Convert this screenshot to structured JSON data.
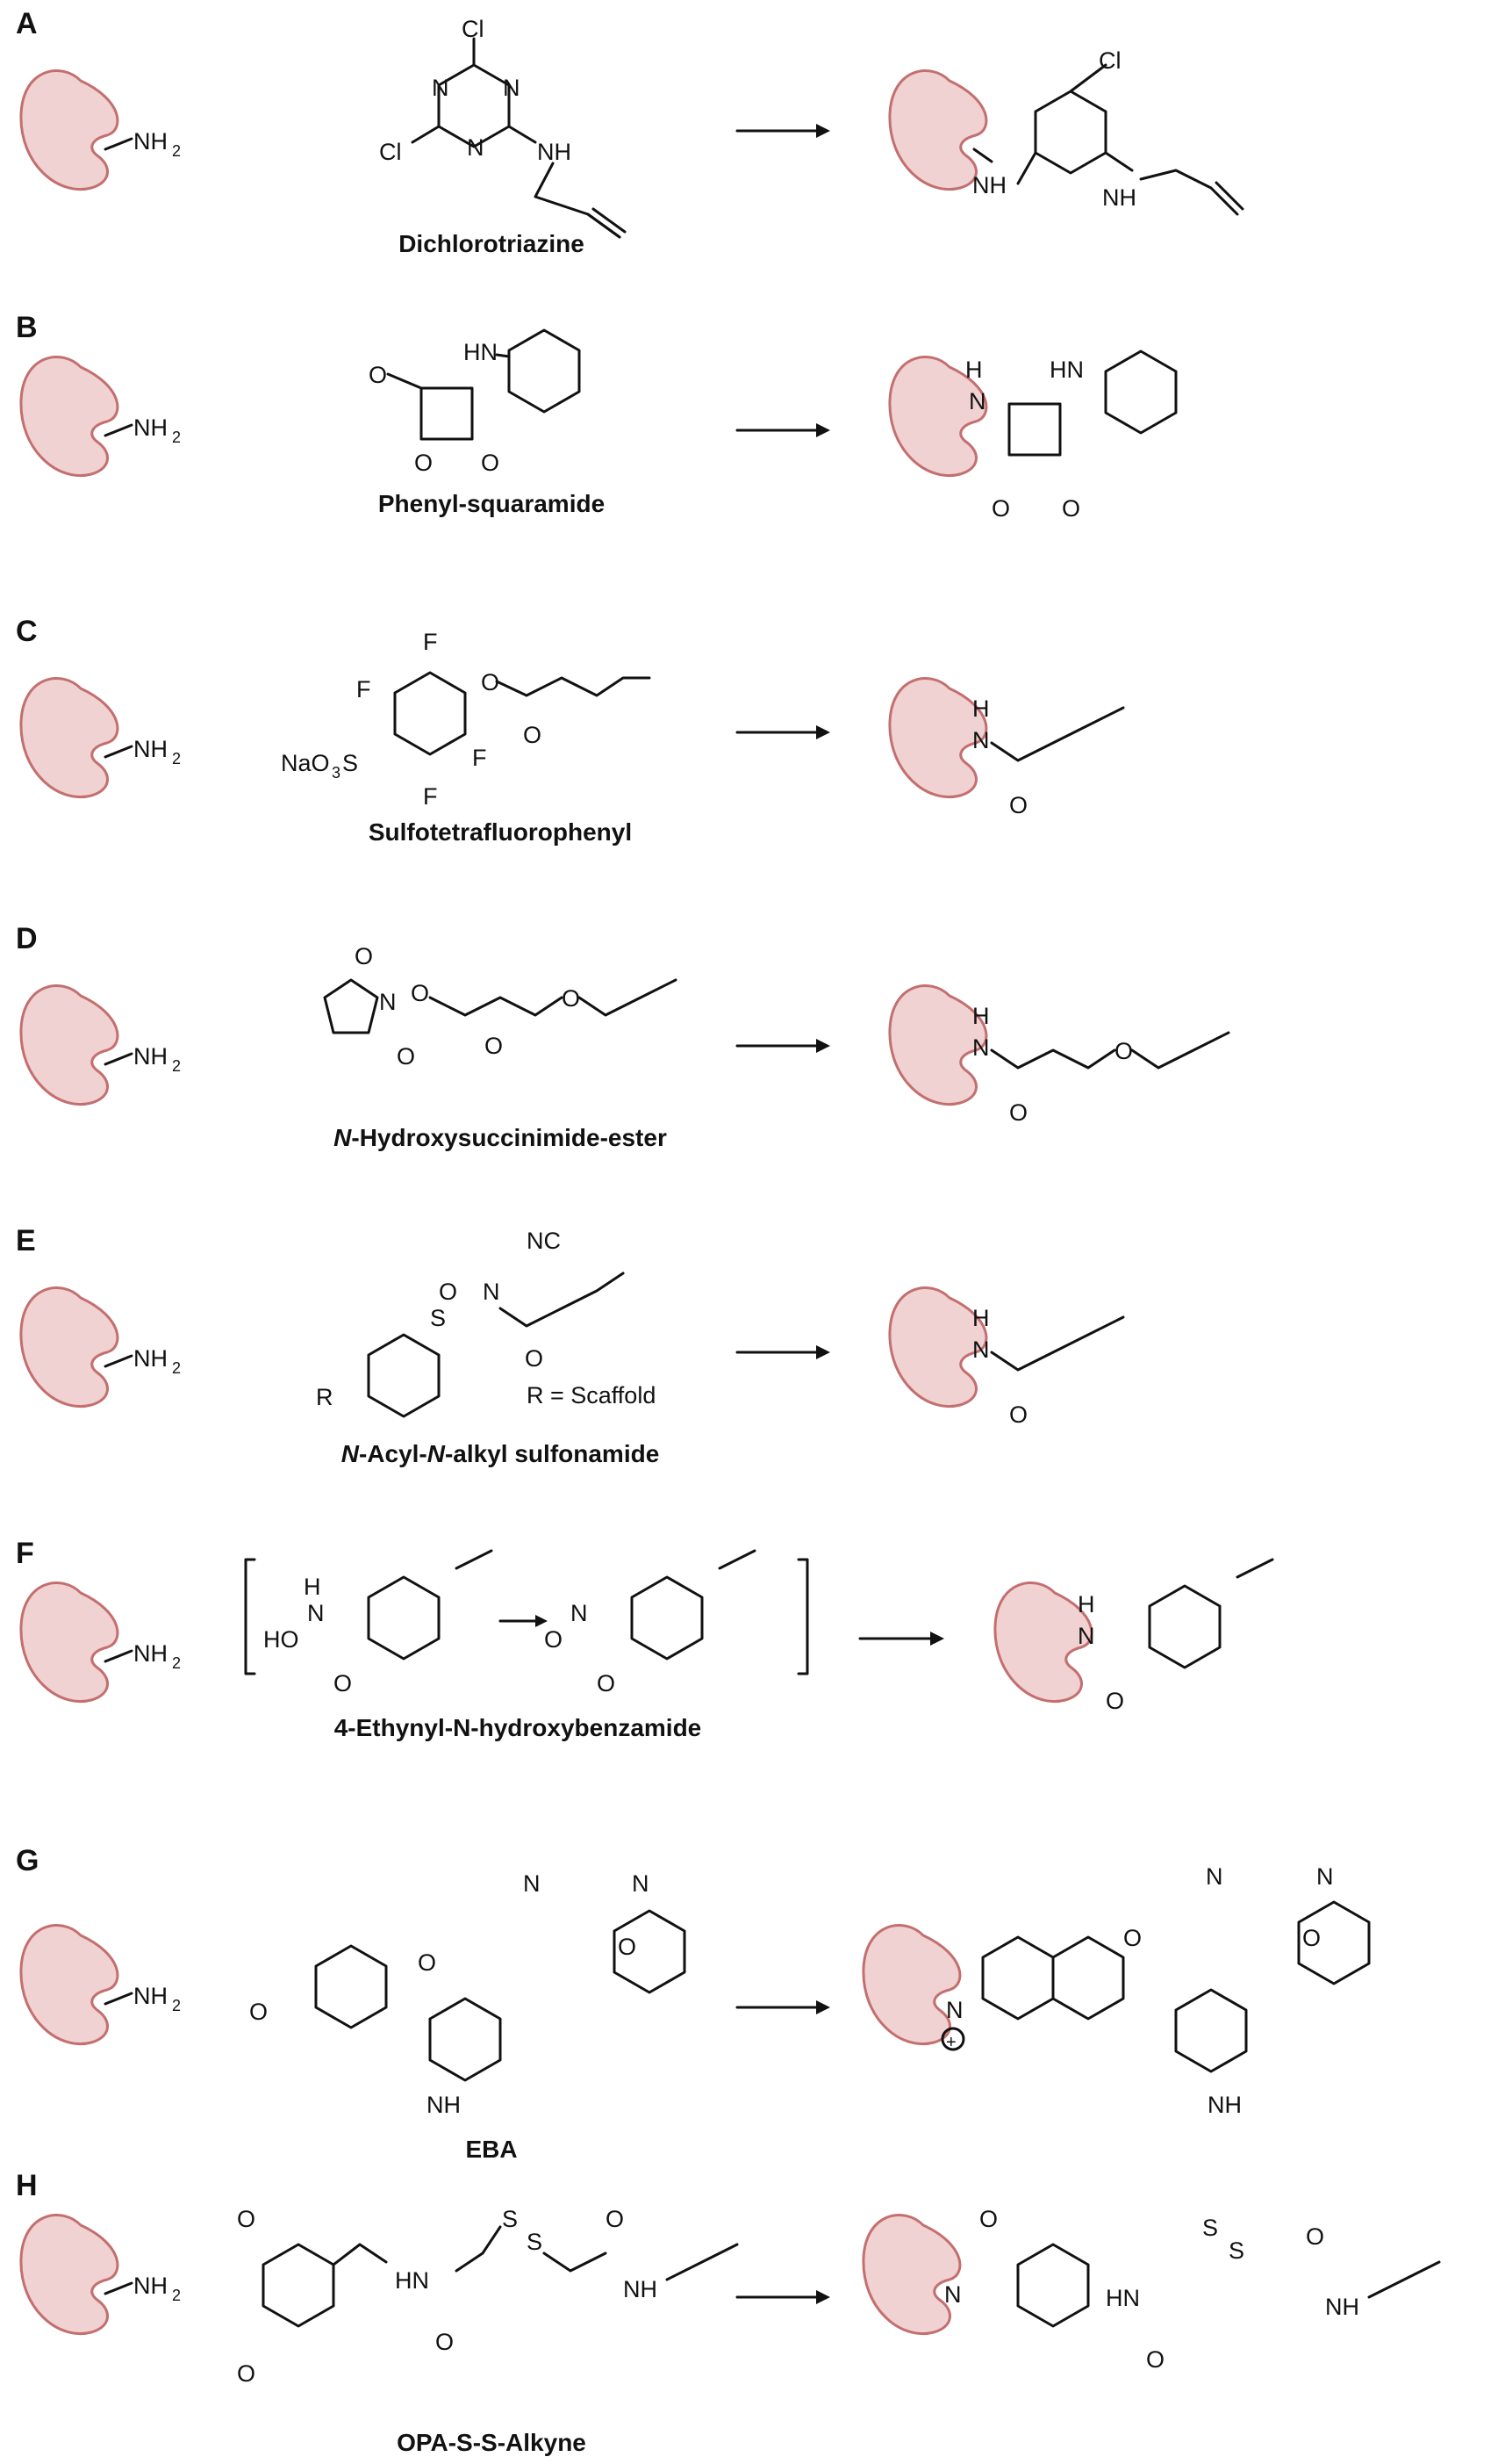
{
  "colors": {
    "protein_fill": "#f1d2d2",
    "protein_stroke": "#c46f6f",
    "ink": "#111111"
  },
  "panels": [
    {
      "letter": "A",
      "reagent": "Dichlorotriazine"
    },
    {
      "letter": "B",
      "reagent": "Phenyl-squaramide"
    },
    {
      "letter": "C",
      "reagent": "Sulfotetrafluorophenyl"
    },
    {
      "letter": "D",
      "reagent_prefix": "N",
      "reagent": "-Hydroxysuccinimide-ester"
    },
    {
      "letter": "E",
      "reagent_prefix": "N",
      "reagent_mid": "-Acyl-",
      "reagent_prefix2": "N",
      "reagent": "-alkyl sulfonamide",
      "scaffold_note": "R = Scaffold"
    },
    {
      "letter": "F",
      "reagent": "4-Ethynyl-N-hydroxybenzamide"
    },
    {
      "letter": "G",
      "reagent": "EBA"
    },
    {
      "letter": "H",
      "reagent": "OPA-S-S-Alkyne"
    }
  ],
  "atoms": {
    "nh2": "NH",
    "nh2_sub": "2",
    "nh": "NH",
    "hn": "HN",
    "n": "N",
    "h": "H",
    "o": "O",
    "cl": "Cl",
    "f": "F",
    "s": "S",
    "nc": "NC",
    "r": "R",
    "ho": "HO",
    "nao3s": "NaO",
    "nao3s_sub": "3",
    "nao3s_tail": "S",
    "plus": "+"
  }
}
